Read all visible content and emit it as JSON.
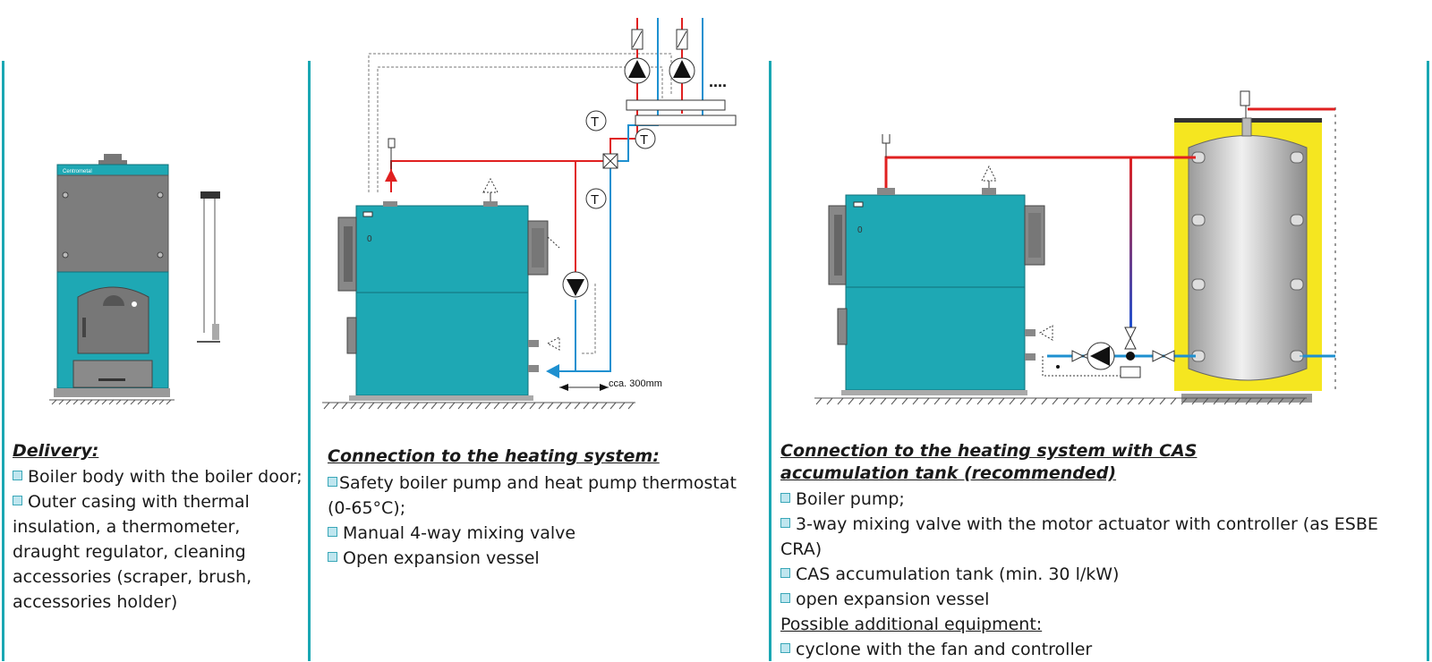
{
  "panel_delivery": {
    "heading": "Delivery:",
    "items": [
      "Boiler body with the boiler door;",
      "Outer casing with thermal insulation, a thermometer, draught regulator, cleaning accessories (scraper, brush, accessories holder)"
    ]
  },
  "panel_heating": {
    "heading": "Connection to the heating system:",
    "items": [
      "Safety boiler pump and heat pump thermostat (0-65°C);",
      "Manual 4-way mixing valve",
      "Open expansion vessel"
    ],
    "diagram_label": "cca. 300mm",
    "thermostat_symbol": "T",
    "more_indicator": "...."
  },
  "panel_cas": {
    "heading": "Connection to the heating system with CAS accumulation tank (recommended)",
    "items": [
      "Boiler pump;",
      "3-way mixing valve with the motor actuator with controller (as ESBE CRA)",
      "CAS accumulation tank (min. 30 l/kW)",
      "open expansion vessel"
    ],
    "additional_heading": "Possible additional equipment:",
    "additional_items": [
      "cyclone with the fan and controller"
    ]
  },
  "boiler_logo": "Centrometal",
  "gauge_mark": "0",
  "colors": {
    "accent": "#1aa7b3",
    "boiler": "#1ea8b4",
    "hot_pipe": "#e02020",
    "cold_pipe": "#1e90d0",
    "insulation": "#f5e620"
  }
}
